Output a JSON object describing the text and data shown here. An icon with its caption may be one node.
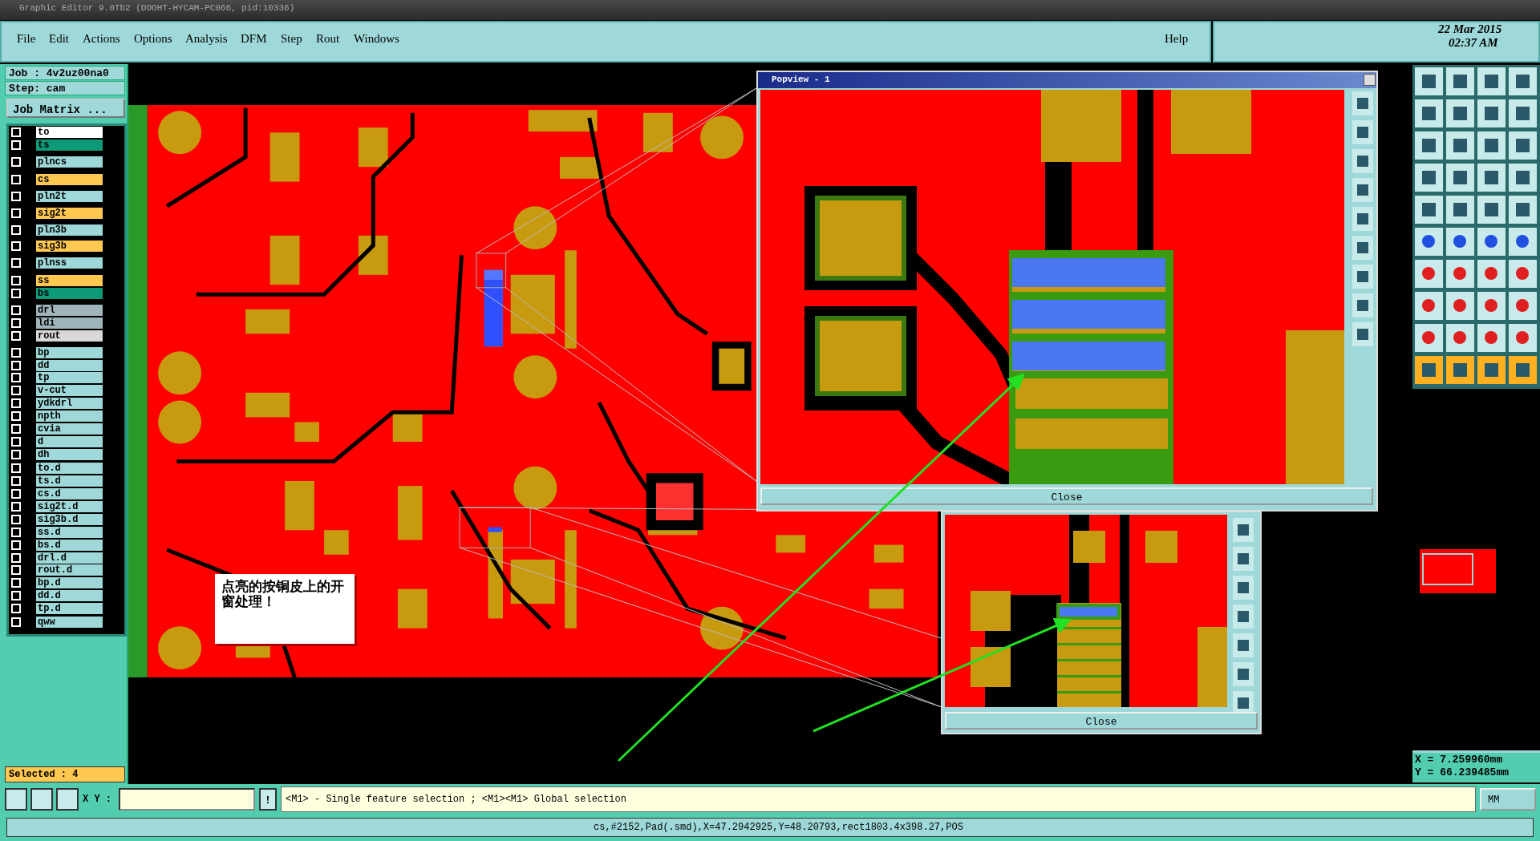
{
  "diagram": {
    "nodes": [
      {
        "text": [
          "点亮的按铜皮上的开窗处理！"
        ]
      },
      {
        "text": [],
        "shape": "box"
      },
      {
        "text": [],
        "shape": "box"
      }
    ],
    "edges": [
      {
        "from": null,
        "to": 1,
        "arrow": "to"
      },
      {
        "from": null,
        "to": 2,
        "arrow": "to"
      }
    ],
    "labels": [
      "Graphic Editor 9.0Tb2 (DOOHT-HYCAM-PC066, pid:10336)",
      "File",
      "Edit",
      "Actions",
      "Options",
      "Analysis",
      "DFM",
      "Step",
      "Rout",
      "Windows",
      "Help",
      "22 Mar 2015",
      "02:37 AM",
      "Job : 4v2uz00na0",
      "Step: cam",
      "Job Matrix ...",
      "to",
      "ts",
      "plncs",
      "cs",
      "pln2t",
      "sig2t",
      "pln3b",
      "sig3b",
      "plnss",
      "ss",
      "bs",
      "drl",
      "ldi",
      "rout",
      "bp",
      "dd",
      "tp",
      "v-cut",
      "ydkdrl",
      "npth",
      "cvia",
      "d",
      "dh",
      "to.d",
      "ts.d",
      "cs.d",
      "sig2t.d",
      "sig3b.d",
      "ss.d",
      "bs.d",
      "drl.d",
      "rout.d",
      "bp.d",
      "dd.d",
      "tp.d",
      "qww",
      "Selected : 4",
      "Popview - 1",
      "Close",
      "Close",
      "X = 7.259960mm",
      "Y = 66.239485mm",
      "X Y :",
      "!",
      "<M1> - Single feature selection ; <M1><M1> Global selection",
      "MM",
      "cs,#2152,Pad(.smd),X=47.2942925,Y=48.20793,rect1803.4x398.27,POS"
    ]
  }
}
